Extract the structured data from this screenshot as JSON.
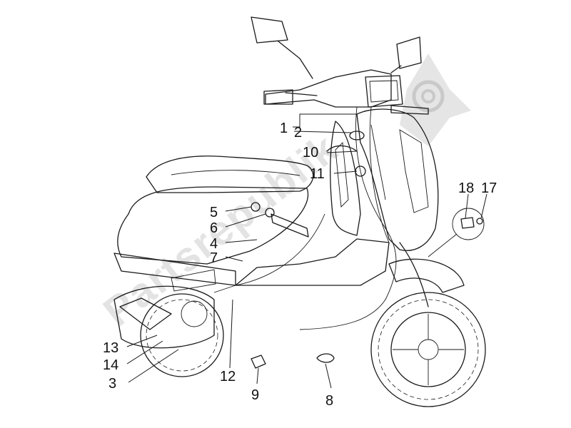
{
  "watermark": {
    "text": "Partsrepublik",
    "icon": "gear-icon"
  },
  "callouts": [
    {
      "id": "c1",
      "label": "1"
    },
    {
      "id": "c2",
      "label": "2"
    },
    {
      "id": "c3",
      "label": "3"
    },
    {
      "id": "c4",
      "label": "4"
    },
    {
      "id": "c5",
      "label": "5"
    },
    {
      "id": "c6",
      "label": "6"
    },
    {
      "id": "c7",
      "label": "7"
    },
    {
      "id": "c8",
      "label": "8"
    },
    {
      "id": "c9",
      "label": "9"
    },
    {
      "id": "c10",
      "label": "10"
    },
    {
      "id": "c11",
      "label": "11"
    },
    {
      "id": "c12",
      "label": "12"
    },
    {
      "id": "c13",
      "label": "13"
    },
    {
      "id": "c14",
      "label": "14"
    },
    {
      "id": "c17",
      "label": "17"
    },
    {
      "id": "c18",
      "label": "18"
    }
  ]
}
